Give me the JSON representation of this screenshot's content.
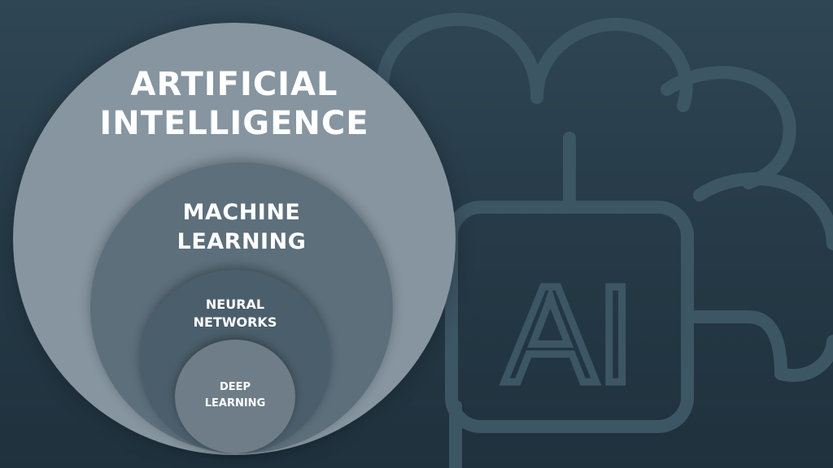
{
  "diagram": {
    "type": "nested-circles",
    "layers": [
      {
        "id": "ai",
        "lines": [
          "ARTIFICIAL",
          "INTELLIGENCE"
        ],
        "color": "#8695a0"
      },
      {
        "id": "ml",
        "lines": [
          "MACHINE",
          "LEARNING"
        ],
        "color": "#5c6f7b"
      },
      {
        "id": "nn",
        "lines": [
          "NEURAL",
          "NETWORKS"
        ],
        "color": "#4b5e6b"
      },
      {
        "id": "dl",
        "lines": [
          "DEEP",
          "LEARNING"
        ],
        "color": "#6e7d87"
      }
    ]
  },
  "background": {
    "icon": "brain-chip-icon",
    "chip_text": "AI",
    "colors": {
      "top": "#2f4654",
      "bottom": "#1f313d",
      "outline": "#3d5664"
    }
  }
}
